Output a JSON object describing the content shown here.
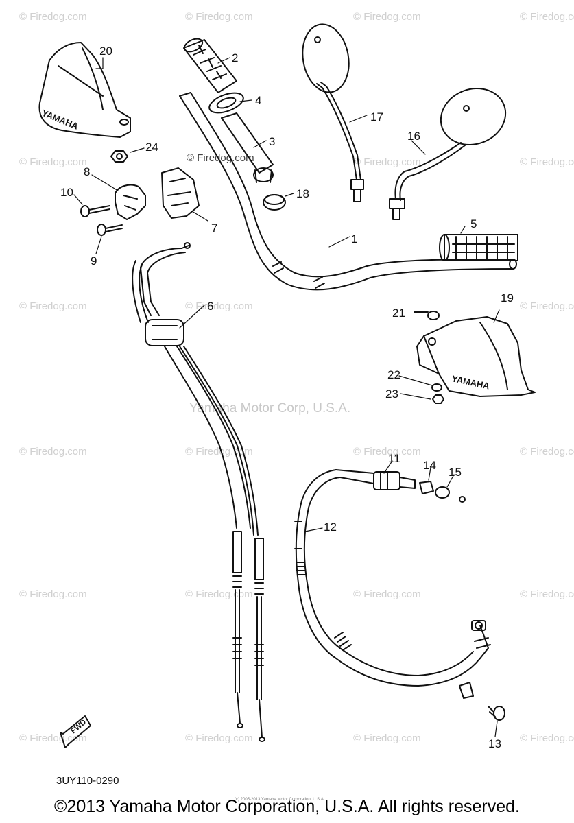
{
  "watermark_text": "© Firedog.com",
  "center_watermark": "Yamaha Motor Corp, U.S.A.",
  "diagram_code": "3UY110-0290",
  "fwd_label": "FWD",
  "brand_label": "YAMAHA",
  "copyright": "©2013 Yamaha Motor Corporation, U.S.A. All rights reserved.",
  "fine_print": "(c) 2005-2013 Yamaha Motor Corporation, U.S.A.",
  "callouts": {
    "c1": "1",
    "c2": "2",
    "c3": "3",
    "c4": "4",
    "c5": "5",
    "c6": "6",
    "c7": "7",
    "c8": "8",
    "c9": "9",
    "c10": "10",
    "c11": "11",
    "c12": "12",
    "c13": "13",
    "c14": "14",
    "c15": "15",
    "c16": "16",
    "c17": "17",
    "c18": "18",
    "c19": "19",
    "c20": "20",
    "c21": "21",
    "c22": "22",
    "c23": "23",
    "c24": "24"
  }
}
